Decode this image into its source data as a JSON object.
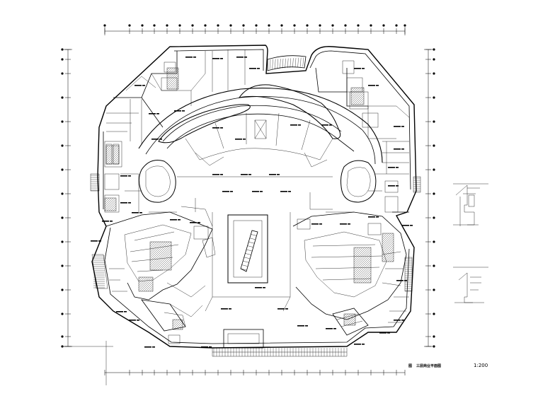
{
  "drawing": {
    "title_code": "图",
    "title_text": "三层商业平面图",
    "scale": "1:200"
  },
  "colors": {
    "line": "#000000",
    "background": "#ffffff"
  }
}
